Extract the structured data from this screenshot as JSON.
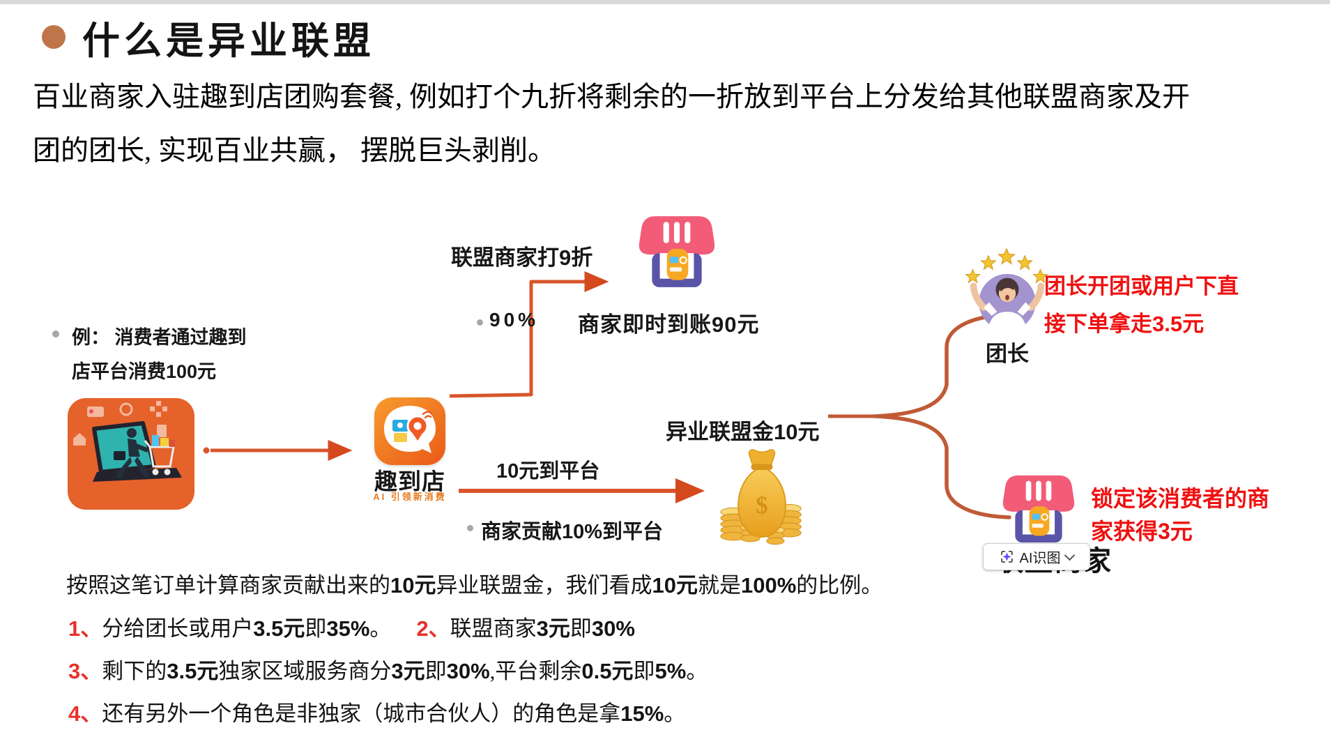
{
  "page": {
    "title": "什么是异业联盟",
    "intro": "百业商家入驻趣到店团购套餐, 例如打个九折将剩余的一折放到平台上分发给其他联盟商家及开\n团的团长, 实现百业共赢， 摆脱巨头剥削。"
  },
  "diagram": {
    "example_label": "例： 消费者通过趣到\n店平台消费100元",
    "app": {
      "name": "趣到店",
      "slogan": "AI 引领新消费"
    },
    "top_branch": {
      "label": "联盟商家打9折",
      "percent": "90%",
      "result": "商家即时到账90元"
    },
    "middle_branch": {
      "label": "10元到平台",
      "note": "商家贡献10%到平台",
      "pool": "异业联盟金10元"
    },
    "leader": {
      "name": "团长",
      "note": "团长开团或用户下直\n接下单拿走3.5元"
    },
    "merchant": {
      "name": "联盟商家",
      "note": "锁定该消费者的商\n家获得3元"
    },
    "ai_button": {
      "label": "AI识图",
      "icon": "sparkle-in-brackets",
      "dropdown": "chevron-down"
    },
    "icons": {
      "consumer": "man-shopping-cart-laptop-illustration",
      "app": "qudaodian-app-logo",
      "store": "storefront-icon",
      "money": "money-bag-with-coins",
      "leader": "cheering-person-with-stars-avatar"
    }
  },
  "notes": {
    "lines": [
      {
        "segments": [
          {
            "t": "按照这笔订单计算商家贡献出来的"
          },
          {
            "t": "10元",
            "b": 1
          },
          {
            "t": "异业联盟金，我们看成"
          },
          {
            "t": "10元",
            "b": 1
          },
          {
            "t": "就是"
          },
          {
            "t": "100%",
            "b": 1
          },
          {
            "t": "的比例。"
          }
        ]
      },
      {
        "segments": [
          {
            "t": "1、",
            "r": 1
          },
          {
            "t": "分给团长或用户"
          },
          {
            "t": "3.5元",
            "b": 1
          },
          {
            "t": "即"
          },
          {
            "t": "35%",
            "b": 1
          },
          {
            "t": "。"
          },
          {
            "t": "2、",
            "r": 1,
            "g": 1
          },
          {
            "t": "联盟商家"
          },
          {
            "t": "3元",
            "b": 1
          },
          {
            "t": "即"
          },
          {
            "t": "30%",
            "b": 1
          }
        ]
      },
      {
        "segments": [
          {
            "t": "3、",
            "r": 1
          },
          {
            "t": "剩下的"
          },
          {
            "t": "3.5元",
            "b": 1
          },
          {
            "t": "独家区域服务商分"
          },
          {
            "t": "3元",
            "b": 1
          },
          {
            "t": "即"
          },
          {
            "t": "30%",
            "b": 1
          },
          {
            "t": ",平台剩余"
          },
          {
            "t": "0.5元",
            "b": 1
          },
          {
            "t": "即"
          },
          {
            "t": "5%",
            "b": 1
          },
          {
            "t": "。"
          }
        ]
      },
      {
        "segments": [
          {
            "t": "4、",
            "r": 1
          },
          {
            "t": "还有另外一个角色是非独家（城市合伙人）的角色是拿"
          },
          {
            "t": "15%",
            "b": 1
          },
          {
            "t": "。"
          }
        ]
      }
    ]
  },
  "colors": {
    "title_bullet": "#BF7549",
    "arrow_orange": "#D8562B",
    "brace_orange": "#C05A36",
    "red_text": "#EF1010",
    "red_list_number": "#E8312A",
    "store_awning": "#F25C77",
    "store_body": "#5A54A8",
    "app_orange": "#EA5A17",
    "money_gold": "#F0B53C",
    "avatar_purple": "#A393CE",
    "illustration_bg": "#E5622B"
  }
}
